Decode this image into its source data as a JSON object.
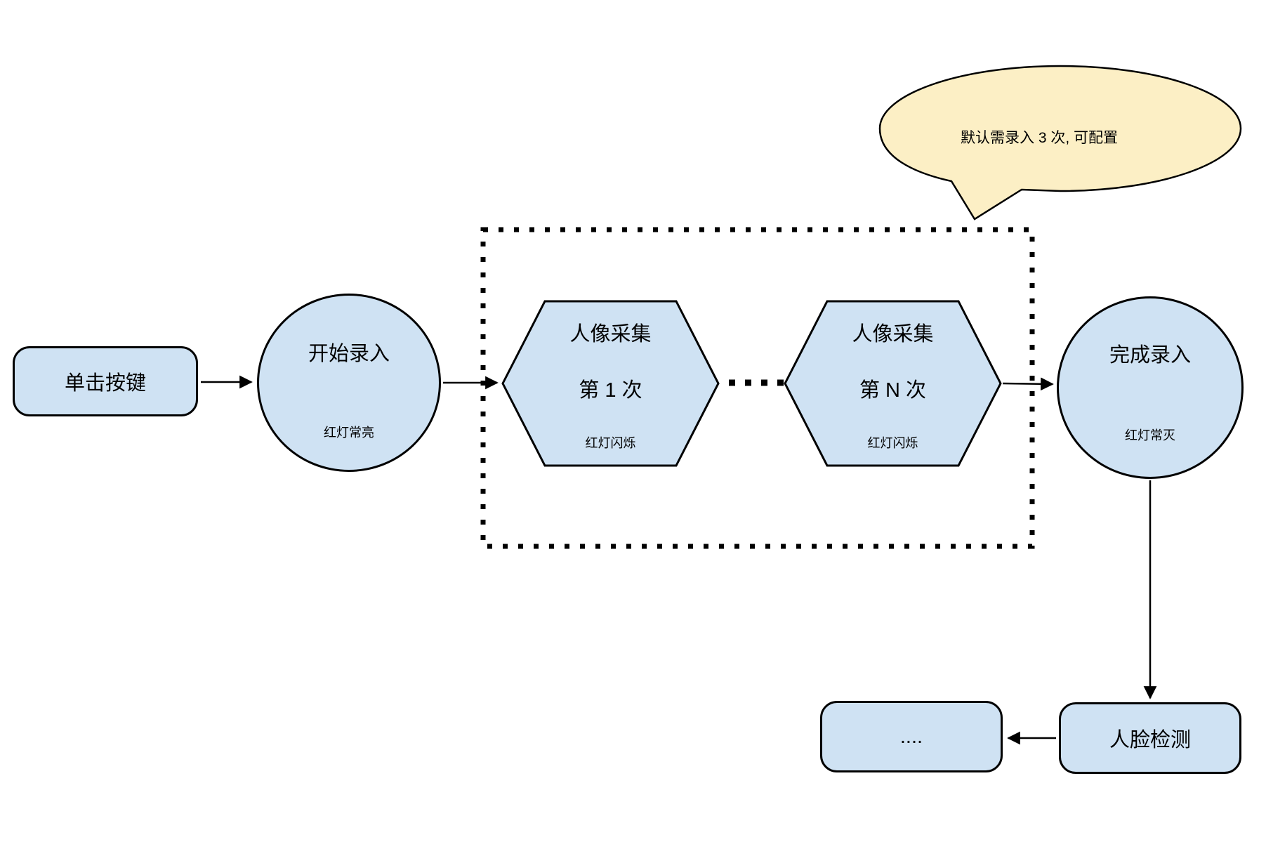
{
  "diagram": {
    "colors": {
      "node_fill": "#cfe2f3",
      "node_stroke": "#000000",
      "callout_fill": "#fcefc5",
      "callout_stroke": "#000000",
      "background": "#ffffff"
    },
    "callout": {
      "text": "默认需录入 3 次, 可配置"
    },
    "nodes": {
      "click_button": {
        "label": "单击按键"
      },
      "start_enroll": {
        "label": "开始录入",
        "status": "红灯常亮"
      },
      "capture_1": {
        "title": "人像采集",
        "subtitle": "第 1 次",
        "status": "红灯闪烁"
      },
      "capture_n": {
        "title": "人像采集",
        "subtitle": "第 N 次",
        "status": "红灯闪烁"
      },
      "finish_enroll": {
        "label": "完成录入",
        "status": "红灯常灭"
      },
      "ellipsis": {
        "label": "...."
      },
      "face_detection": {
        "label": "人脸检测"
      }
    }
  }
}
